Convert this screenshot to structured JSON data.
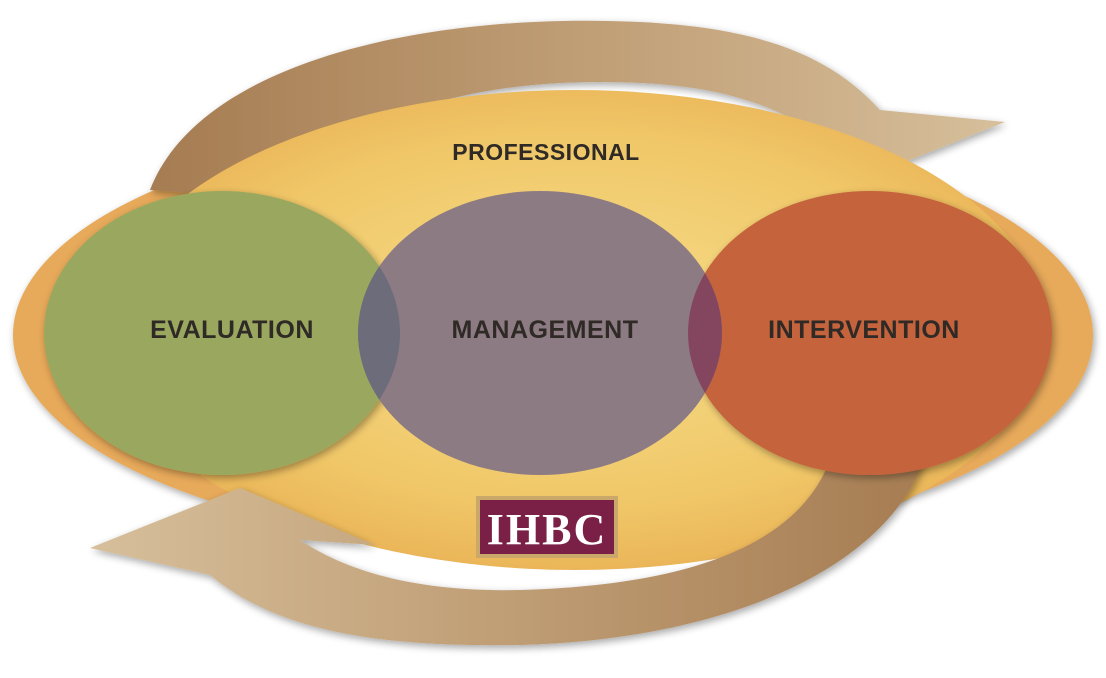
{
  "diagram": {
    "outer_label": "PROFESSIONAL",
    "circles": [
      {
        "id": "evaluation",
        "label": "EVALUATION",
        "color": "#9aa85f"
      },
      {
        "id": "management",
        "label": "MANAGEMENT",
        "color": "#8d7b84"
      },
      {
        "id": "intervention",
        "label": "INTERVENTION",
        "color": "#c5643d"
      }
    ],
    "overlap_colors": {
      "evaluation_management": "#6c6c7a",
      "management_intervention": "#84465e"
    },
    "logo": {
      "text": "IHBC",
      "color": "#7a1f46"
    },
    "arrow_color": "#b89a72",
    "background_ellipse_colors": [
      "#e7a95a",
      "#f2d07a"
    ]
  }
}
